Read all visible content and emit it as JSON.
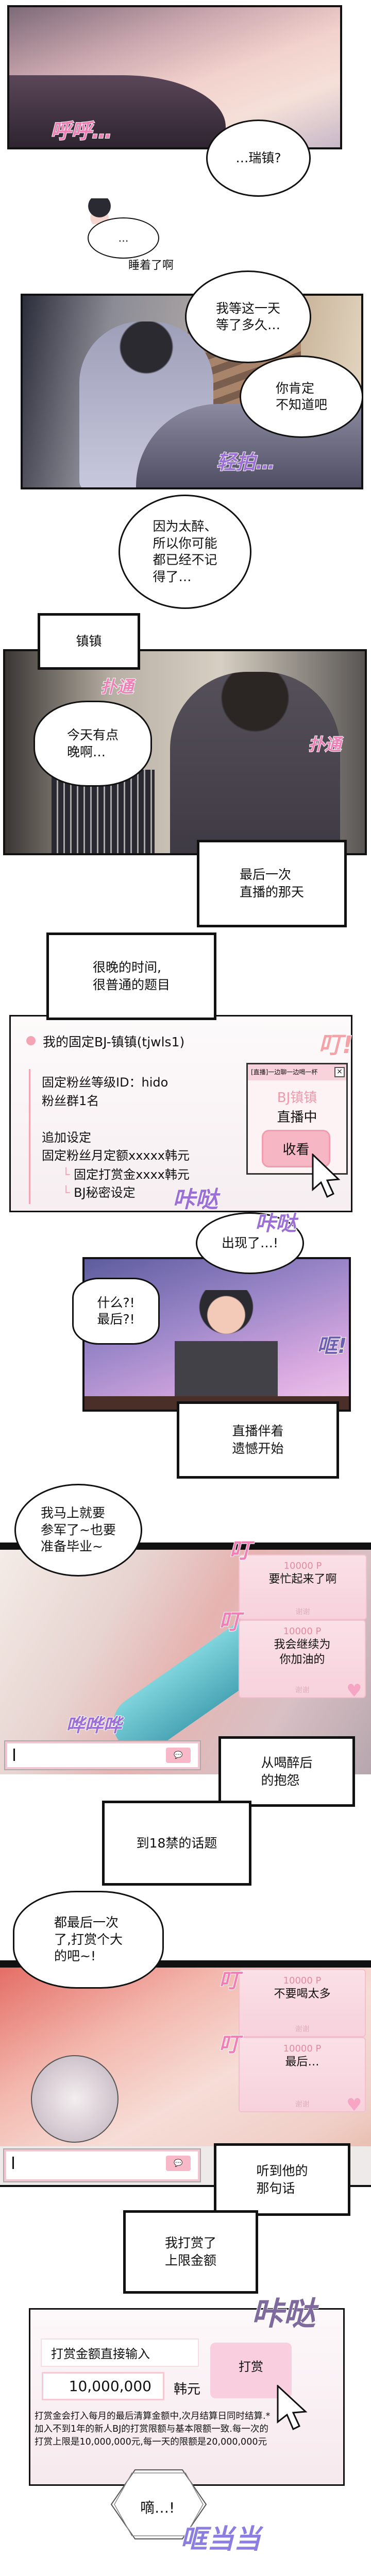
{
  "scene1": {
    "sfx_breath": "呼呼…",
    "bubble_name": "…瑞镇?",
    "bubble_dots": "…",
    "whisper": "睡着了啊"
  },
  "scene2": {
    "bubble_wait": "我等这一天\n等了多久…",
    "bubble_know": "你肯定\n不知道吧",
    "sfx_pat": "轻拍…",
    "bubble_drunk": "因为太醉、\n所以你可能\n都已经不记\n得了…"
  },
  "scene3": {
    "caption_name": "镇镇",
    "sfx_heartbeat": "扑通",
    "thought_late": "今天有点\n晚啊…",
    "caption_last": "最后一次\n直播的那天",
    "caption_normal": "很晚的时间,\n很普通的题目"
  },
  "bj_panel": {
    "title": "我的固定BJ-镇镇(tjwls1)",
    "fan_level": "固定粉丝等级ID：hido",
    "fan_group": "粉丝群1名",
    "extra_title": "追加设定",
    "monthly": "固定粉丝月定额xxxxx韩元",
    "sub_tip": "固定打赏金xxxx韩元",
    "sub_secret": "BJ秘密设定",
    "popup": {
      "title": "[直播]一边聊一边喝一杯",
      "close_icon": "close-x",
      "bj_name": "BJ镇镇",
      "status": "直播中",
      "watch_button": "收看"
    },
    "sfx_ding": "叮!",
    "sfx_click": "咔哒",
    "bubble_appeared": "出现了…!"
  },
  "scene4": {
    "bubble_what": "什么?!\n最后?!",
    "sfx_bang": "哐!",
    "caption_regret": "直播伴着\n遗憾开始"
  },
  "scene5": {
    "bubble_army": "我马上就要\n参军了~也要\n准备毕业~",
    "sfx_ding": "叮",
    "donations": [
      {
        "points": "10000 P",
        "message": "要忙起来了啊",
        "thanks": "谢谢"
      },
      {
        "points": "10000 P",
        "message": "我会继续为\n你加油的",
        "thanks": "谢谢"
      }
    ],
    "sfx_pour": "哗哗哗",
    "chat_send_icon": "chat-bubble",
    "caption_complaint": "从喝醉后\n的抱怨",
    "caption_topic": "到18禁的话题"
  },
  "scene6": {
    "bubble_big": "都最后一次\n了,打赏个大\n的吧~!",
    "sfx_ding": "叮",
    "donations": [
      {
        "points": "10000 P",
        "message": "不要喝太多",
        "thanks": "谢谢"
      },
      {
        "points": "10000 P",
        "message": "最后…",
        "thanks": "谢谢"
      }
    ],
    "caption_heard": "听到他的\n那句话",
    "caption_tipped": "我打赏了\n上限金额"
  },
  "tip_panel": {
    "label": "打赏金额直接输入",
    "amount": "10,000,000",
    "currency": "韩元",
    "tip_button": "打赏",
    "notice": "打赏金会打入每月的最后清算金额中,次月结算日同时结算.*加入不到1年的新人BJ的打赏限额与基本限额一致.每一次的打赏上限是10,000,000元,每一天的限额是20,000,000元",
    "sfx_click": "咔哒",
    "bubble_gasp": "嘀…!",
    "sfx_clang": "哐当当"
  },
  "colors": {
    "accent_pink": "#ef7fb4",
    "sfx_purple": "#9b6fd6",
    "card_pink": "#f9d6de"
  }
}
